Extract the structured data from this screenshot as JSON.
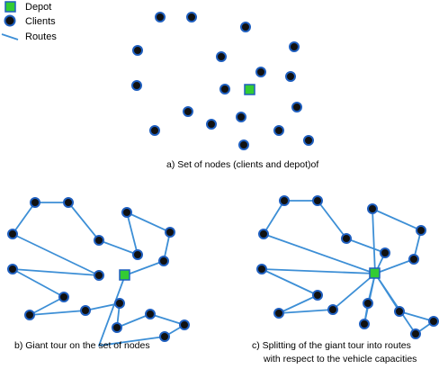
{
  "legend": {
    "depot_label": "Depot",
    "clients_label": "Clients",
    "routes_label": "Routes"
  },
  "captions": {
    "a": "a) Set of nodes (clients and depot)of",
    "b": "b) Giant tour on the set of nodes",
    "c_line1": "c) Splitting of the giant tour into routes",
    "c_line2": "with respect to the vehicle capacities"
  },
  "colors": {
    "client_outer": "#1f5fbf",
    "client_inner": "#111111",
    "depot_fill": "#33cc33",
    "depot_stroke": "#1f5fbf",
    "route": "#3d8fd6"
  },
  "icons": {
    "client": "blue-ring-dark-dot",
    "depot": "green-square",
    "route": "blue-line"
  }
}
